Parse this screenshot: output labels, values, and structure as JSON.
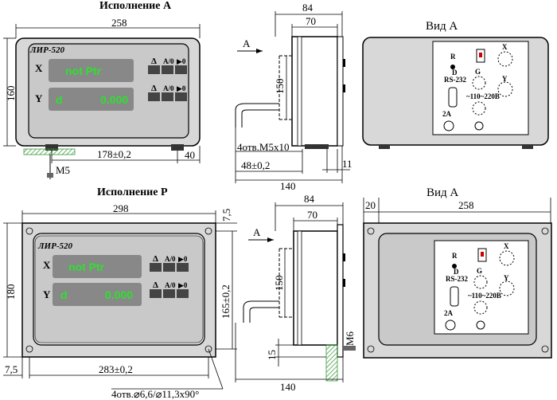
{
  "top": {
    "title": "Исполнение А",
    "view_title": "Вид А",
    "brand": "ЛИР-520",
    "axis_x": "X",
    "axis_y": "Y",
    "x_display": "not  Ptr",
    "y_display_left": "d",
    "y_display_value": "0.000",
    "btn_labels": [
      "Δ",
      "A/0",
      "▶0"
    ],
    "dim_width": "258",
    "dim_height": "160",
    "dim_feet": "178±0,2",
    "dim_right": "40",
    "screw": "M5",
    "side_depth": "84",
    "side_body": "70",
    "side_150": "150",
    "side_holes": "4отв.M5x10",
    "side_48": "48±0,2",
    "side_11": "11",
    "side_140": "140",
    "arrow_label": "A"
  },
  "bottom": {
    "title": "Исполнение Р",
    "view_title": "Вид А",
    "brand": "ЛИР-520",
    "axis_x": "X",
    "axis_y": "Y",
    "x_display": "not  Ptr",
    "y_display_left": "d",
    "y_display_value": "0.000",
    "btn_labels": [
      "Δ",
      "A/0",
      "▶0"
    ],
    "dim_width": "298",
    "dim_height": "180",
    "dim_75_top": "7,5",
    "dim_75_bottom": "7,5",
    "dim_165": "165±0,2",
    "dim_283": "283±0,2",
    "holes": "4отв.⌀6,6/⌀11,3x90°",
    "side_depth": "84",
    "side_body": "70",
    "side_150": "150",
    "side_15": "15",
    "side_m6": "M6",
    "side_140": "140",
    "arrow_label": "A",
    "view_20": "20",
    "view_258": "258"
  },
  "rear": {
    "rs232": "RS-232",
    "d_label": "D",
    "g_label": "G",
    "fuse": "2A",
    "power": "~110~220В",
    "x": "X",
    "y": "Y",
    "r": "R"
  }
}
